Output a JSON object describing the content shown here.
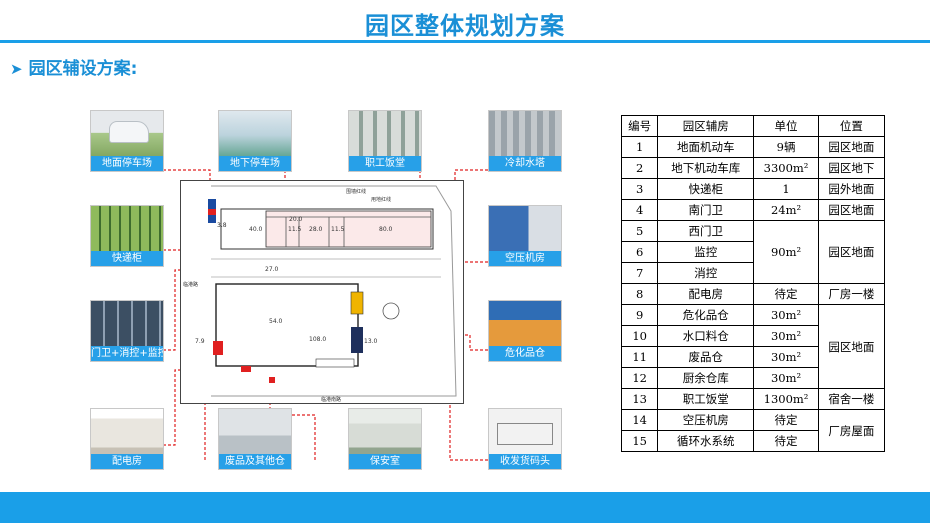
{
  "title": "园区整体规划方案",
  "subtitle": "园区辅设方案:",
  "subtitle_arrow": "➤",
  "thumbs": [
    {
      "label": "地面停车场",
      "colors": [
        "#a9c88a",
        "#e6e9ec"
      ]
    },
    {
      "label": "地下停车场",
      "colors": [
        "#bcd3dd",
        "#5aa08a"
      ]
    },
    {
      "label": "职工饭堂",
      "colors": [
        "#d8dcd9",
        "#8fa199"
      ]
    },
    {
      "label": "冷却水塔",
      "colors": [
        "#9aa3aa",
        "#c3c8cc"
      ]
    },
    {
      "label": "快递柜",
      "colors": [
        "#8fba5c",
        "#3f6d2e"
      ]
    },
    {
      "label": "空压机房",
      "colors": [
        "#3a6fb5",
        "#d9dee4"
      ]
    },
    {
      "label": "门卫+消控+监控",
      "colors": [
        "#3c4f63",
        "#8fa0b3"
      ]
    },
    {
      "label": "危化品仓",
      "colors": [
        "#2f6db5",
        "#e59a3c"
      ]
    },
    {
      "label": "配电房",
      "colors": [
        "#e9e6df",
        "#c7c1b5"
      ]
    },
    {
      "label": "废品及其他仓",
      "colors": [
        "#dfe3e6",
        "#b9c1c6"
      ]
    },
    {
      "label": "保安室",
      "colors": [
        "#d7dcd6",
        "#92a58f"
      ]
    },
    {
      "label": "收发货码头",
      "colors": [
        "#f2f2f2",
        "#d0d0d0"
      ]
    }
  ],
  "plan": {
    "dims": [
      "40.0",
      "11.5",
      "28.0",
      "11.5",
      "80.0",
      "54.0",
      "108.0",
      "13.0",
      "27.0",
      "20.0",
      "7.9",
      "3.8"
    ],
    "labels": [
      "围墙红线",
      "用地红线",
      "临港路",
      "临港南路"
    ]
  },
  "table": {
    "headers": [
      "编号",
      "园区辅房",
      "单位",
      "位置"
    ],
    "rows": [
      {
        "no": "1",
        "name": "地面机动车",
        "unit": "9辆",
        "loc": "园区地面"
      },
      {
        "no": "2",
        "name": "地下机动车库",
        "unit": "3300m²",
        "loc": "园区地下"
      },
      {
        "no": "3",
        "name": "快递柜",
        "unit": "1",
        "loc": "园外地面"
      },
      {
        "no": "4",
        "name": "南门卫",
        "unit": "24m²",
        "loc": "园区地面"
      },
      {
        "no": "5",
        "name": "西门卫"
      },
      {
        "no": "6",
        "name": "监控"
      },
      {
        "no": "7",
        "name": "消控"
      },
      {
        "no": "8",
        "name": "配电房",
        "unit": "待定",
        "loc": "厂房一楼"
      },
      {
        "no": "9",
        "name": "危化品仓",
        "unit": "30m²"
      },
      {
        "no": "10",
        "name": "水口料仓",
        "unit": "30m²"
      },
      {
        "no": "11",
        "name": "废品仓",
        "unit": "30m²"
      },
      {
        "no": "12",
        "name": "厨余仓库",
        "unit": "30m²"
      },
      {
        "no": "13",
        "name": "职工饭堂",
        "unit": "1300m²",
        "loc": "宿舍一楼"
      },
      {
        "no": "14",
        "name": "空压机房",
        "unit": "待定"
      },
      {
        "no": "15",
        "name": "循环水系统",
        "unit": "待定"
      }
    ],
    "merged": {
      "unit_5_7": "90m²",
      "loc_5_7": "园区地面",
      "loc_9_12": "园区地面",
      "loc_14_15": "厂房屋面"
    }
  },
  "colors": {
    "accent": "#1a9fe8",
    "caption": "#27a0e8",
    "leader": "#e02020"
  }
}
